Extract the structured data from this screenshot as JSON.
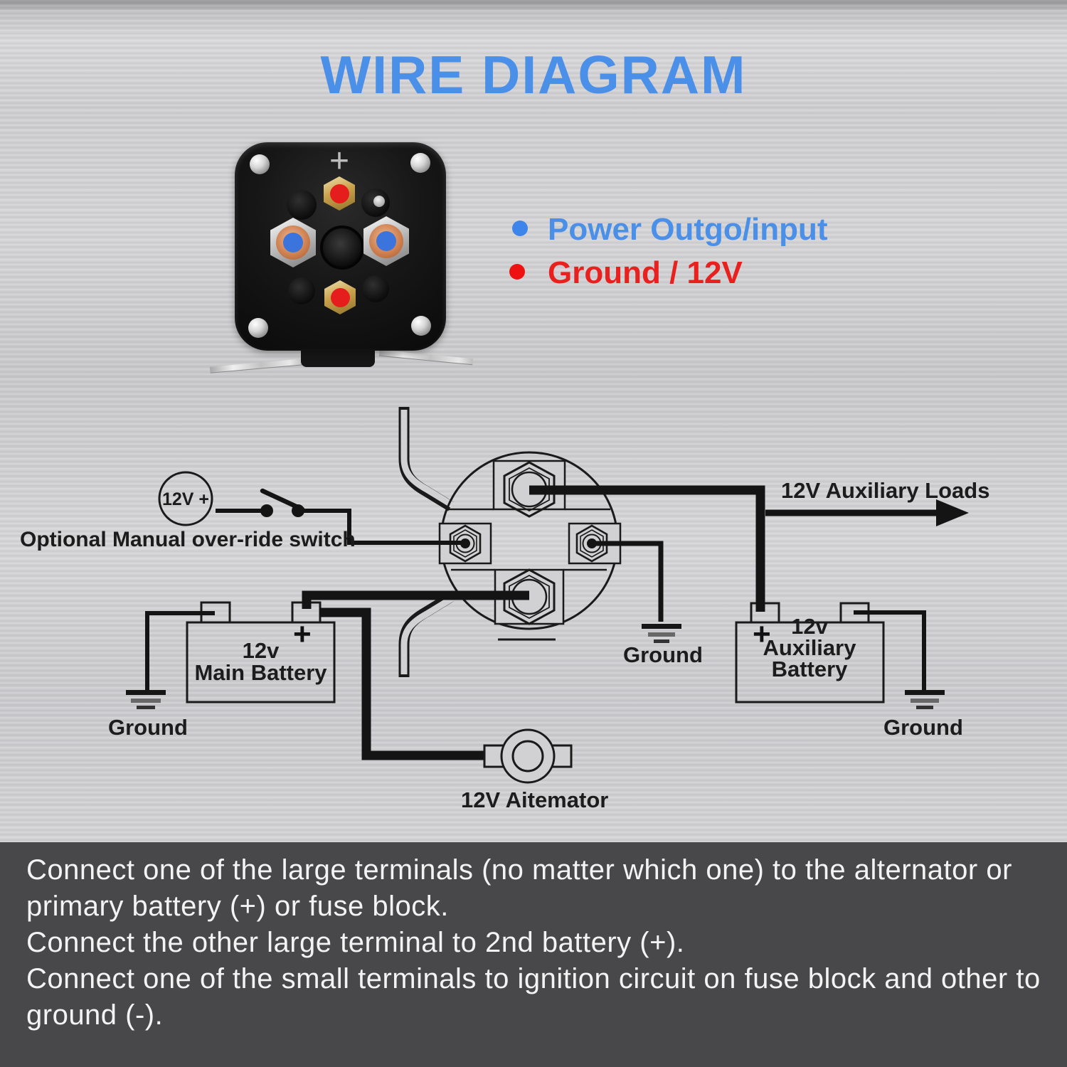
{
  "title": {
    "text": "WIRE DIAGRAM"
  },
  "legend": [
    {
      "label": "Power Outgo/input",
      "color": "#4a8fe8"
    },
    {
      "label": "Ground / 12V",
      "color": "#e8201e"
    }
  ],
  "photo": {
    "polarity_marker": "+"
  },
  "diagram": {
    "source_label": "12V +",
    "override_switch_label": "Optional Manual over-ride switch",
    "aux_loads_label": "12V Auxiliary Loads",
    "solenoid_ground_label": "Ground",
    "main_battery_line1": "12v",
    "main_battery_line2": "Main Battery",
    "main_battery_plus": "+",
    "main_battery_ground_label": "Ground",
    "aux_battery_line1": "12v",
    "aux_battery_line2": "Auxiliary Battery",
    "aux_battery_plus": "+",
    "aux_battery_ground_label": "Ground",
    "alternator_label": "12V Aitemator"
  },
  "instructions": {
    "lines": [
      "Connect one of the large terminals (no matter which one) to the alternator or",
      "primary battery (+) or fuse block.",
      "Connect the other large terminal to 2nd battery (+).",
      "Connect one of the small terminals to ignition circuit on fuse block and other to",
      "ground (-)."
    ]
  },
  "colors": {
    "title_blue": "#4a8fe8",
    "legend_red": "#e8201e",
    "wire": "#161616",
    "panel_bg": "#48484a"
  }
}
